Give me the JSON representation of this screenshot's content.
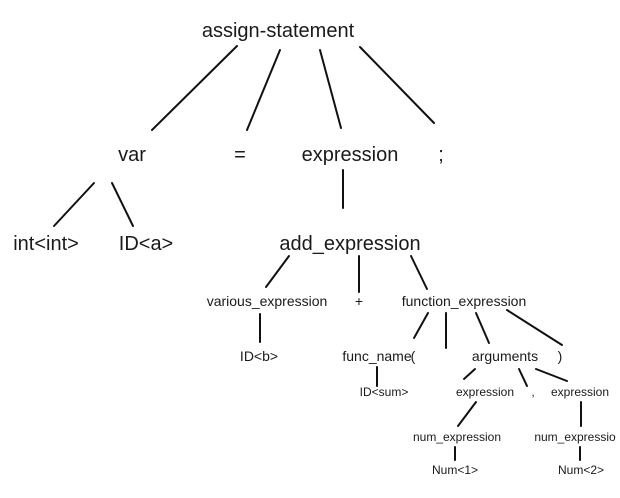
{
  "parse_tree": {
    "root": "assign-statement",
    "level1": {
      "var": "var",
      "equals": "=",
      "expression": "expression",
      "semicolon": ";"
    },
    "var_children": {
      "type": "int<int>",
      "id": "ID<a>"
    },
    "add_expression": "add_expression",
    "add_children": {
      "various": "various_expression",
      "plus": "+",
      "function": "function_expression"
    },
    "various_child": "ID<b>",
    "function_children": {
      "func_name": "func_name",
      "lparen": "(",
      "arguments": "arguments",
      "rparen": ")"
    },
    "func_name_child": "ID<sum>",
    "argument_children": {
      "expr1": "expression",
      "comma": ",",
      "expr2": "expression"
    },
    "num_expr": [
      "num_expression",
      "num_expressio"
    ],
    "nums": [
      "Num<1>",
      "Num<2>"
    ]
  }
}
